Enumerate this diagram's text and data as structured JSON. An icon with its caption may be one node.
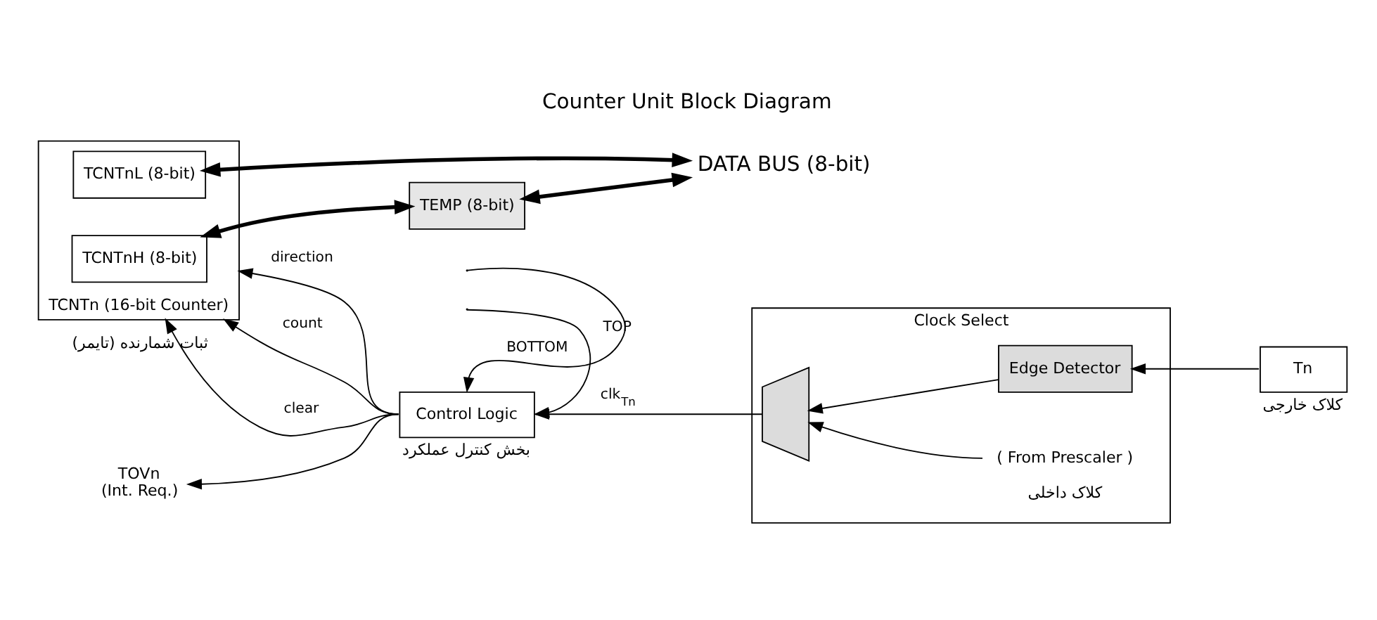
{
  "diagram": {
    "title": "Counter Unit Block Diagram",
    "nodes": [
      {
        "text": [
          "DATA BUS (8-bit)"
        ]
      },
      {
        "text": [
          "TEMP (8-bit)"
        ]
      },
      {
        "text": [
          "TCNTn (16-bit Counter)"
        ],
        "beside": [
          "ثبات شمارنده (تایمر)"
        ]
      },
      {
        "text": [
          "TCNTnH (8-bit)"
        ],
        "in": 2
      },
      {
        "text": [
          "TCNTnL (8-bit)"
        ],
        "in": 2
      },
      {
        "text": [
          "Control Logic"
        ],
        "beside": [
          "بخش کنترل عملکرد"
        ]
      },
      {
        "text": [
          "TOVn",
          "(Int. Req.)"
        ]
      },
      {
        "text": [
          "Clock Select"
        ]
      },
      {
        "text": [],
        "shape": "trapezoid",
        "in": 7
      },
      {
        "text": [
          "Edge Detector"
        ],
        "in": 7
      },
      {
        "text": [
          "( From Prescaler )"
        ],
        "in": 7,
        "beside": [
          "کلاک داخلی"
        ]
      },
      {
        "text": [
          "Tn"
        ],
        "beside": [
          "کلاک خارجی"
        ]
      }
    ],
    "edges": [
      {
        "from": 0,
        "to": 1,
        "arrow": "both",
        "style": "thick"
      },
      {
        "from": 1,
        "to": 3,
        "arrow": "both",
        "style": "thick"
      },
      {
        "from": 0,
        "to": 4,
        "arrow": "both",
        "style": "thick"
      },
      {
        "from": 5,
        "to": 2,
        "arrow": "to",
        "label": "count"
      },
      {
        "from": 5,
        "to": 2,
        "arrow": "to",
        "label": "clear"
      },
      {
        "from": 5,
        "to": 2,
        "arrow": "to",
        "label": "direction"
      },
      {
        "from": 5,
        "to": 6,
        "arrow": "to"
      },
      {
        "from": 8,
        "to": 5,
        "arrow": "to",
        "label": "clk$_{Tn}$"
      },
      {
        "from": 9,
        "to": 8,
        "arrow": "to"
      },
      {
        "from": 10,
        "to": 8,
        "arrow": "to"
      },
      {
        "from": 11,
        "to": 9,
        "arrow": "to"
      },
      {
        "from": null,
        "to": 5,
        "arrow": "to",
        "label": "TOP"
      },
      {
        "from": null,
        "to": 5,
        "arrow": "to",
        "label": "BOTTOM"
      }
    ]
  }
}
